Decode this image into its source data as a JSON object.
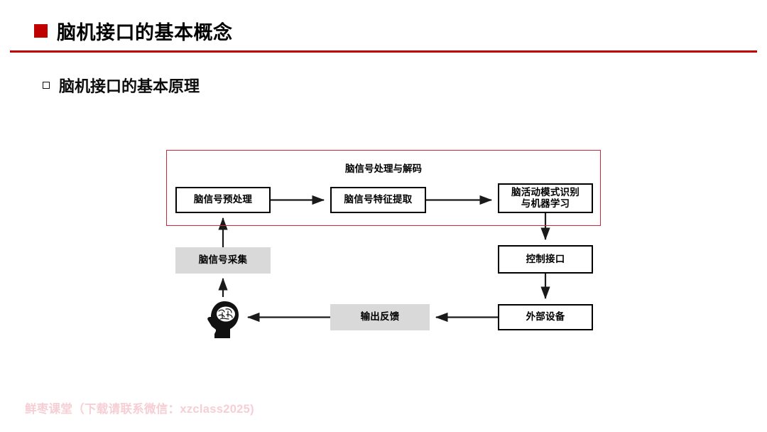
{
  "slide": {
    "title": "脑机接口的基本概念",
    "subtitle": "脑机接口的基本原理",
    "accent_color": "#c00000",
    "rule_color": "#c00000"
  },
  "diagram": {
    "group": {
      "label": "脑信号处理与解码",
      "border_color": "#c8293c"
    },
    "nodes": [
      {
        "id": "preprocess",
        "label": "脑信号预处理",
        "style": "boxed"
      },
      {
        "id": "feature",
        "label": "脑信号特征提取",
        "style": "boxed"
      },
      {
        "id": "pattern",
        "label": "脑活动模式识别\n与机器学习",
        "line1": "脑活动模式识别",
        "line2": "与机器学习",
        "style": "boxed"
      },
      {
        "id": "control",
        "label": "控制接口",
        "style": "boxed"
      },
      {
        "id": "device",
        "label": "外部设备",
        "style": "boxed"
      },
      {
        "id": "acquire",
        "label": "脑信号采集",
        "style": "shaded"
      },
      {
        "id": "feedback",
        "label": "输出反馈",
        "style": "shaded"
      }
    ],
    "icon": {
      "id": "head-brain",
      "name": "head-brain-icon"
    },
    "shaded_fill": "#d9d9d9",
    "edge_color": "#1a1a1a"
  },
  "watermark": {
    "text": "鲜枣课堂（下载请联系微信：xzclass2025)",
    "color": "#f6cfd4"
  }
}
